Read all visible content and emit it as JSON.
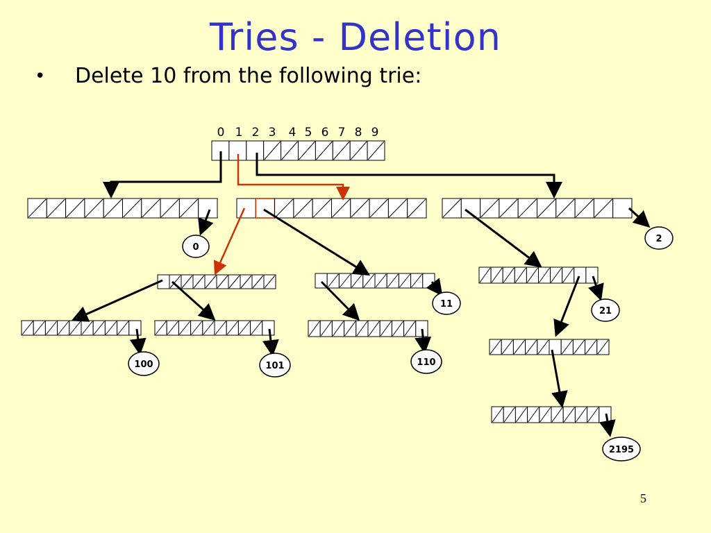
{
  "slide": {
    "title": "Tries - Deletion",
    "bullet_marker": "•",
    "bullet_text": "Delete 10 from the following trie:",
    "page_number": "5"
  },
  "trie": {
    "root_digit_labels": [
      "0",
      "1",
      "2",
      "3",
      "4",
      "5",
      "6",
      "7",
      "8",
      "9"
    ],
    "leaf_labels": [
      "0",
      "2",
      "11",
      "21",
      "100",
      "101",
      "110",
      "2195"
    ]
  },
  "colors": {
    "background": "#ffffcc",
    "title": "#3333cc",
    "deletion_path": "#cc3300",
    "pointer": "#000000"
  }
}
